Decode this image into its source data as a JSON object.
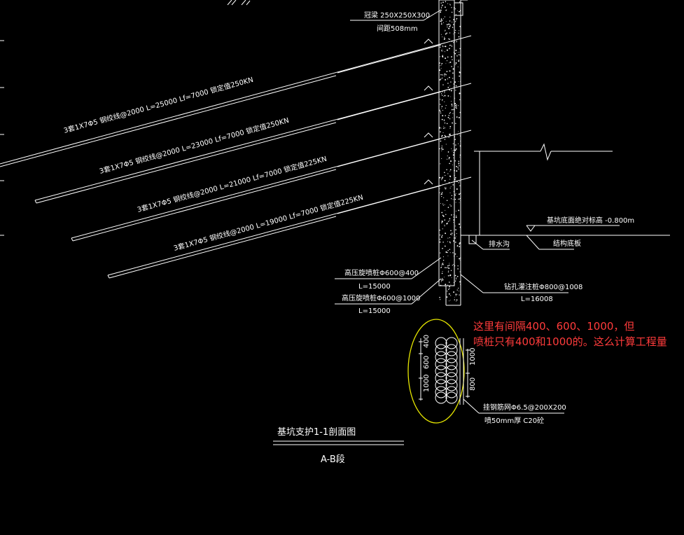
{
  "drawing": {
    "colors": {
      "background": "#000000",
      "line": "#ffffff",
      "note": "#ff3b3b",
      "highlight_ellipse": "#e6e600"
    },
    "crown_beam": {
      "line1": "冠梁 250X250X300",
      "line2": "间距508mm"
    },
    "anchors": [
      {
        "label": "3套1X7Φ5 钢绞线@2000   L=25000   Lf=7000  锁定值250KN"
      },
      {
        "label": "3套1X7Φ5 钢绞线@2000   L=23000   Lf=7000  锁定值250KN"
      },
      {
        "label": "3套1X7Φ5 钢绞线@2000   L=21000   Lf=7000  锁定值225KN"
      },
      {
        "label": "3套1X7Φ5 钢绞线@2000   L=19000   Lf=7000  锁定值225KN"
      }
    ],
    "base_elevation": "基坑底面绝对标高 -0.800m",
    "drain_trench": "排水沟",
    "structure_floor": "结构底板",
    "jet_pile_1": {
      "line1": "高压旋喷桩Φ600@400",
      "line2": "L=15000"
    },
    "jet_pile_2": {
      "line1": "高压旋喷桩Φ600@1000",
      "line2": "L=15000"
    },
    "bored_pile": {
      "line1": "钻孔灌注桩Φ800@1008",
      "line2": "L=16008"
    },
    "plan_detail": {
      "dims_left": [
        "400",
        "600",
        "1000"
      ],
      "dims_right": [
        "1000",
        "800"
      ]
    },
    "mesh": {
      "line1": "挂钢筋网Φ6.5@200X200",
      "line2": "喷50mm厚 C20砼"
    },
    "title": "基坑支护1-1剖面图",
    "subtitle": "A-B段",
    "note": {
      "line1": "这里有间隔400、600、1000，但",
      "line2": "喷桩只有400和1000的。这么计算工程量"
    }
  }
}
